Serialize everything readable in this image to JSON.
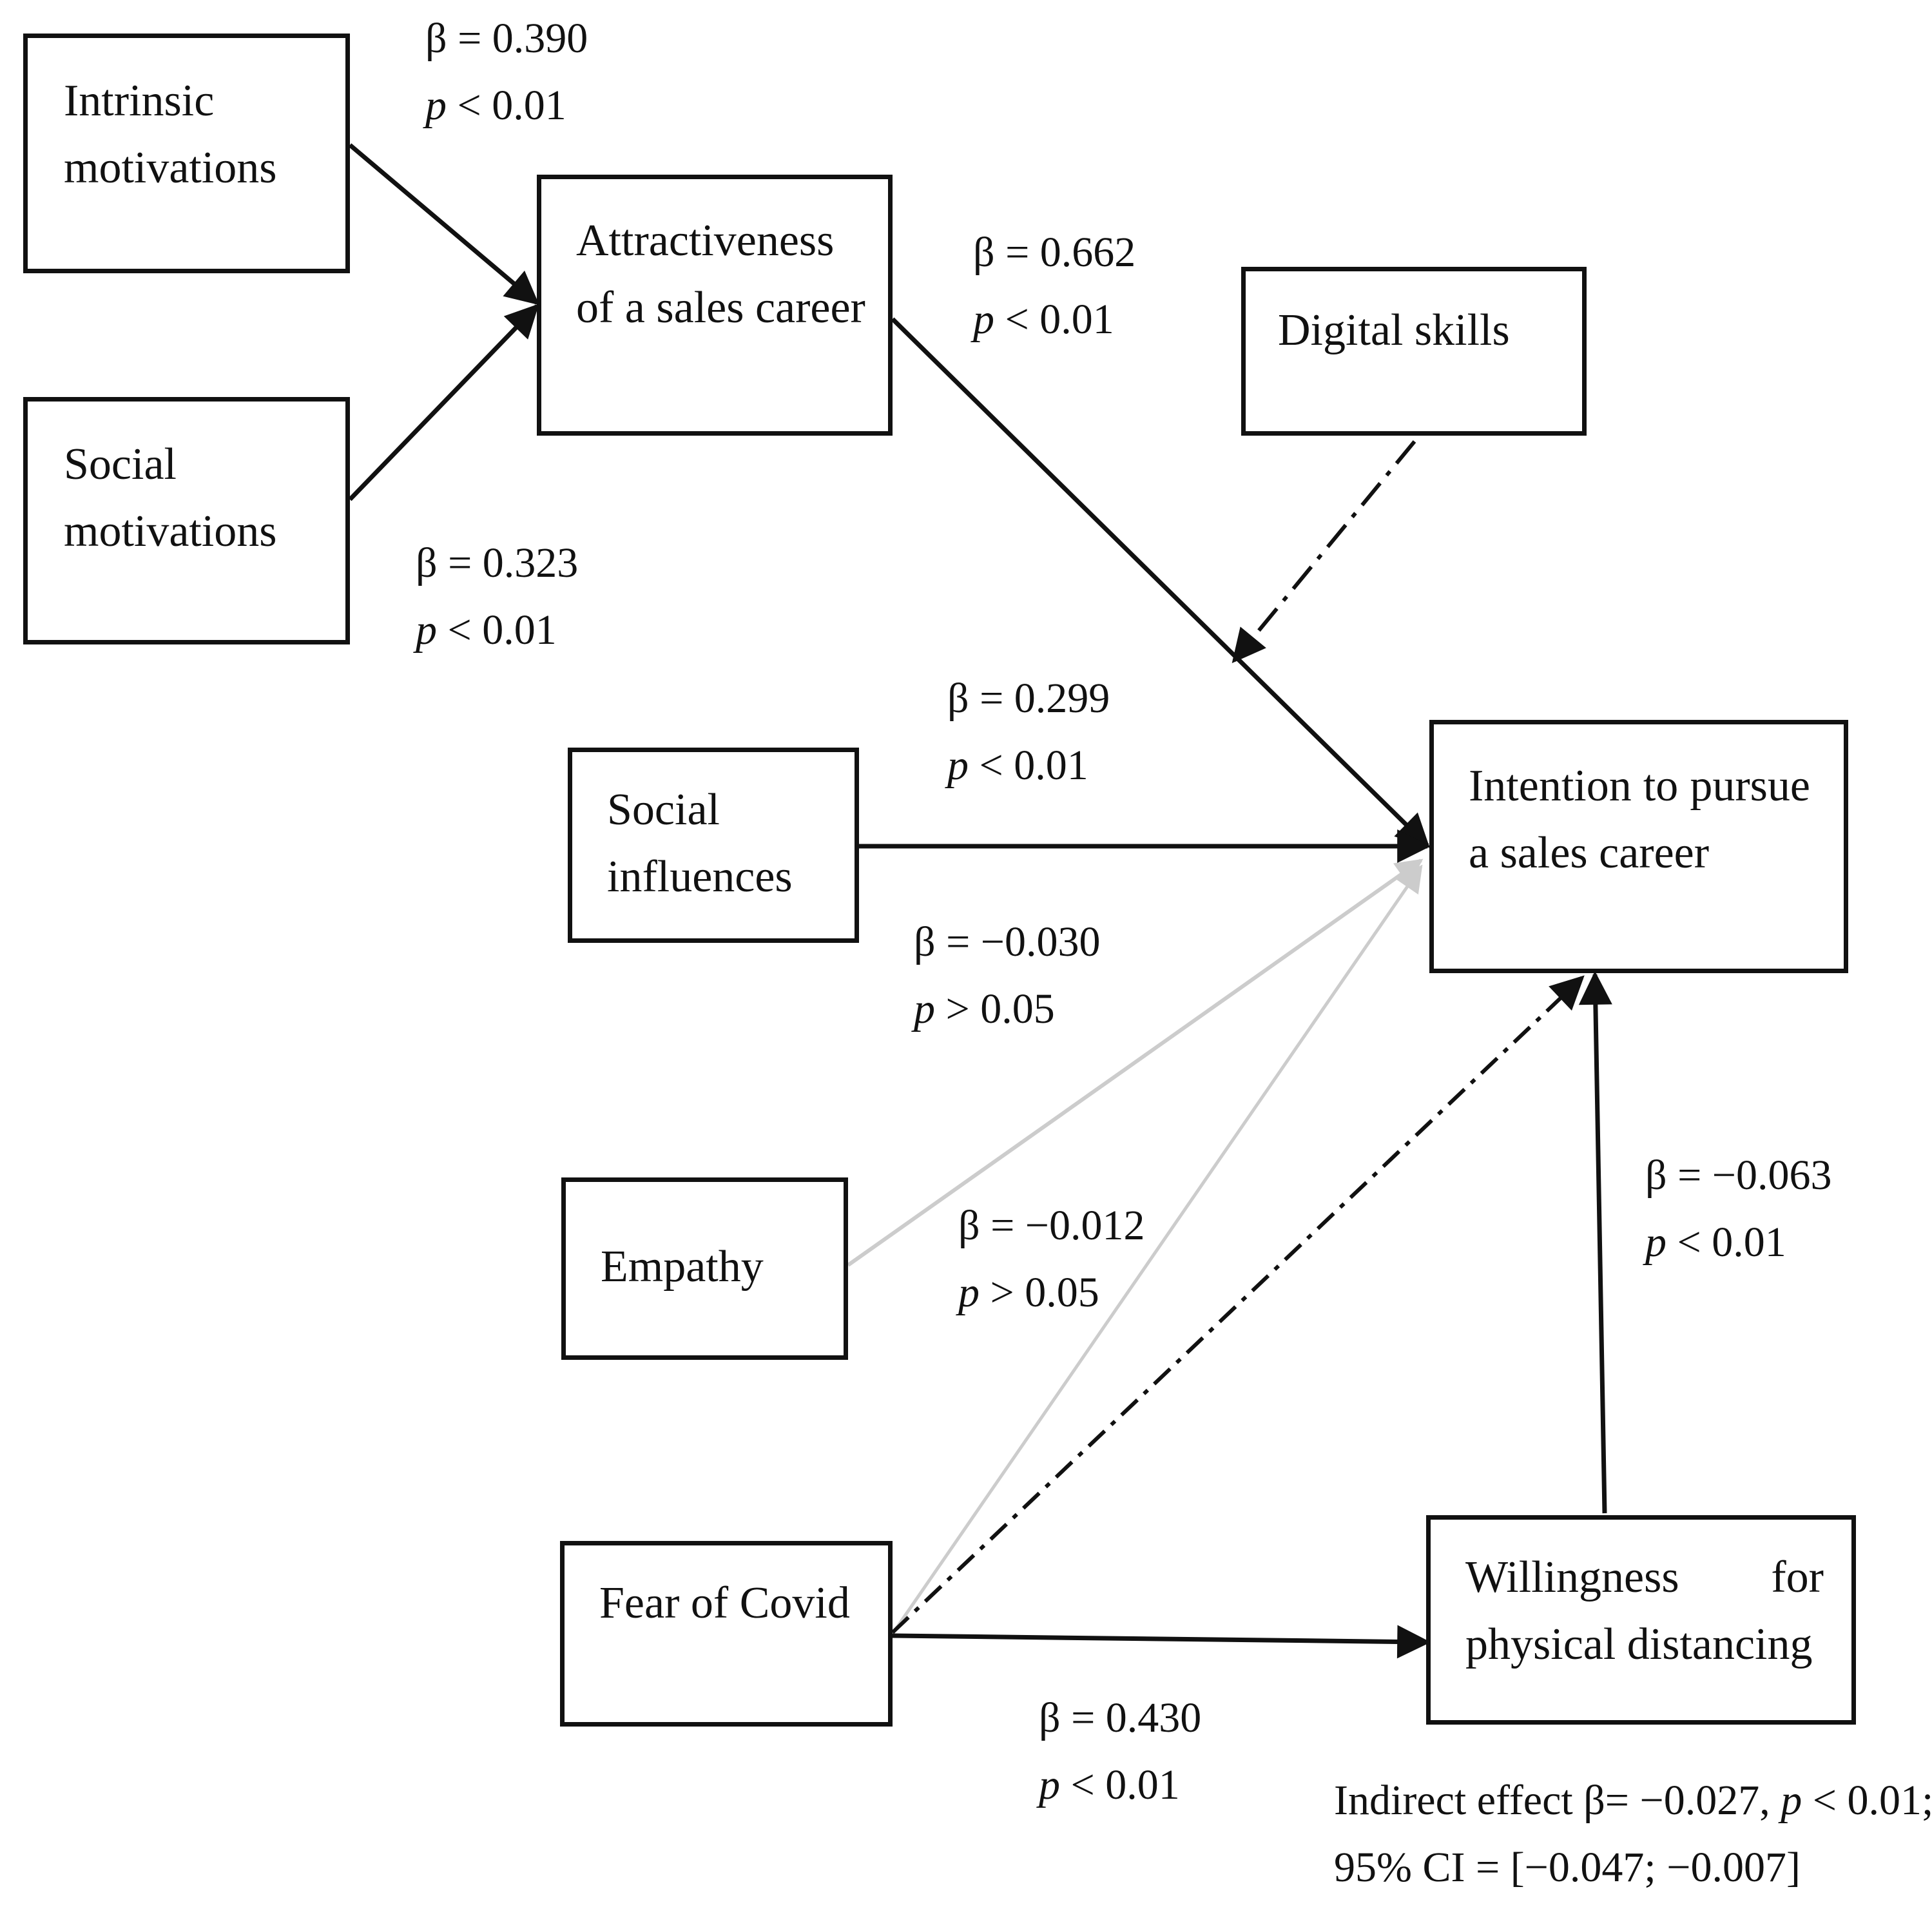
{
  "nodes": {
    "intrinsic_motivations": [
      "Intrinsic",
      "motivations"
    ],
    "social_motivations": [
      "Social",
      "motivations"
    ],
    "attractiveness": [
      "Attractiveness",
      "of a sales career"
    ],
    "digital_skills": "Digital skills",
    "social_influences": [
      "Social",
      "influences"
    ],
    "intention": [
      "Intention to pursue",
      "a sales career"
    ],
    "empathy": "Empathy",
    "fear_of_covid": "Fear of Covid",
    "willingness": [
      "Willingness for",
      "physical distancing"
    ]
  },
  "paths": {
    "intrinsic_to_attractiveness": {
      "beta": "β  =  0.390",
      "p_symbol": "p",
      "p_rest": " < 0.01",
      "style": "solid"
    },
    "social_to_attractiveness": {
      "beta": "β = 0.323",
      "p_symbol": "p",
      "p_rest": " < 0.01",
      "style": "solid"
    },
    "attractiveness_to_intention": {
      "beta": "β  =  0.662",
      "p_symbol": "p",
      "p_rest": " < 0.01",
      "style": "solid"
    },
    "social_influences_to_intention": {
      "beta": "β  =  0.299",
      "p_symbol": "p",
      "p_rest": " < 0.01",
      "style": "solid"
    },
    "empathy_to_intention": {
      "beta": "β = −0.030",
      "p_symbol": "p",
      "p_rest": " > 0.05",
      "style": "non-significant"
    },
    "fear_to_intention": {
      "beta": "β  =  −0.012",
      "p_symbol": "p",
      "p_rest": " > 0.05",
      "style": "non-significant"
    },
    "willingness_to_intention": {
      "beta": "β = −0.063",
      "p_symbol": "p",
      "p_rest": " < 0.01",
      "style": "solid"
    },
    "fear_to_willingness": {
      "beta": "β = 0.430",
      "p_symbol": "p",
      "p_rest": " < 0.01",
      "style": "solid"
    },
    "digital_skills_moderation": {
      "style": "dash-dot"
    },
    "fear_indirect_via_willingness": {
      "style": "dash-dot"
    }
  },
  "indirect_effect": {
    "line1_a": "Indirect effect β= −0.027, ",
    "line1_p": "p",
    "line1_b": " < 0.01;",
    "line2": "95% CI = [−0.047; −0.007]"
  },
  "colors": {
    "line": "#111111",
    "nonsignificant": "#cccccc"
  }
}
